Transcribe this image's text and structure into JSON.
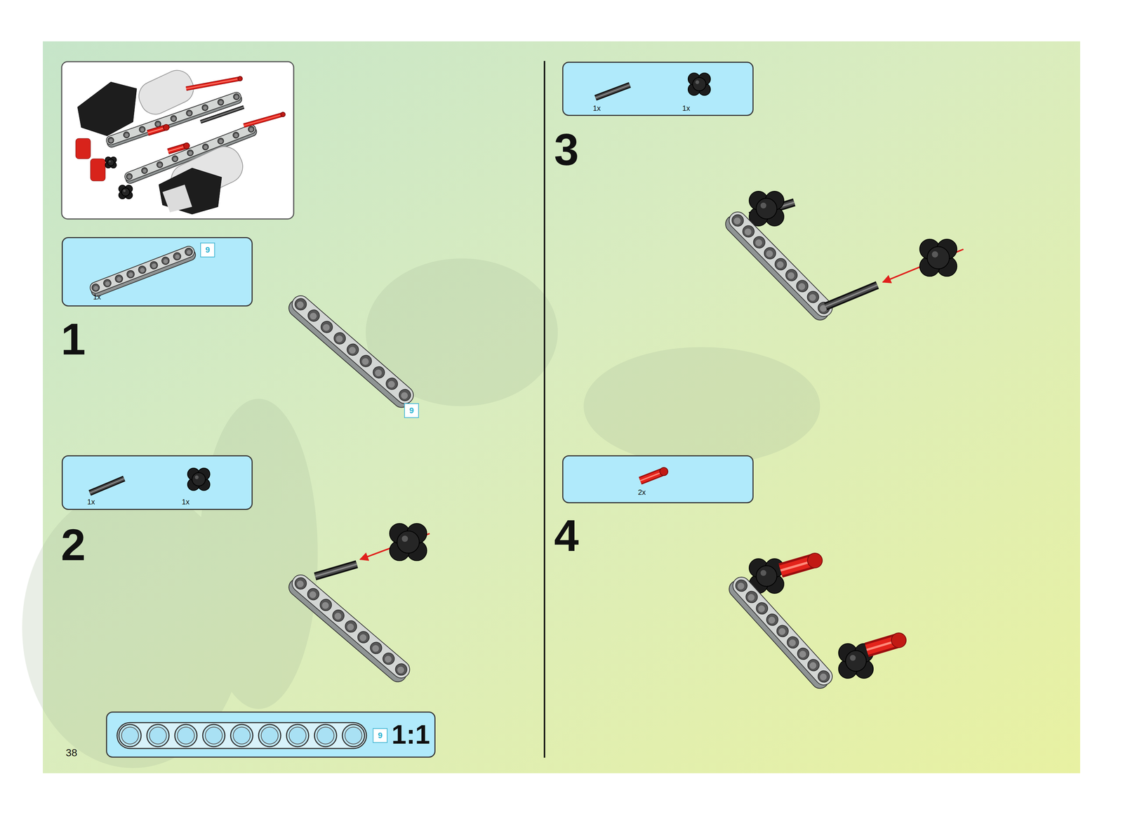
{
  "diagram": {
    "nodes": [
      {
        "text": [
          "1x"
        ]
      },
      {
        "text": [
          "9"
        ],
        "in": 0
      },
      {
        "text": [
          "9"
        ]
      },
      {
        "text": [
          "1x",
          "1x"
        ]
      },
      {
        "text": [
          "1x",
          "1x"
        ]
      },
      {
        "text": [
          "2x"
        ]
      },
      {
        "text": [
          "1:1"
        ]
      },
      {
        "text": [
          "9"
        ],
        "in": 6
      }
    ],
    "labels": [
      "1",
      "2",
      "3",
      "4",
      "38"
    ]
  }
}
